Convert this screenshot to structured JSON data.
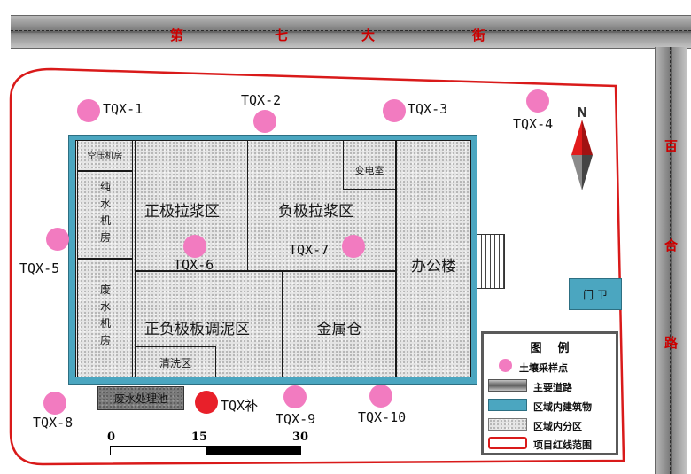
{
  "roads": {
    "top_chars": [
      "第",
      "七",
      "大",
      "街"
    ],
    "right_chars": [
      "百",
      "合",
      "路"
    ]
  },
  "north": "N",
  "zones": {
    "air_compressor": "空压机房",
    "pure_water": [
      "纯",
      "水",
      "机",
      "房"
    ],
    "waste_water": [
      "废",
      "水",
      "机",
      "房"
    ],
    "positive_paste": "正极拉浆区",
    "negative_paste": "负极拉浆区",
    "substation": "变电室",
    "office": "办公楼",
    "mud_zone": "正负极板调泥区",
    "metal_store": "金属仓",
    "cleaning": "清洗区",
    "wastewater_plant": "废水处理池",
    "guard": "门 卫"
  },
  "samples": [
    "TQX-1",
    "TQX-2",
    "TQX-3",
    "TQX-4",
    "TQX-5",
    "TQX-6",
    "TQX-7",
    "TQX-8",
    "TQX-9",
    "TQX-10",
    "TQX补"
  ],
  "scale": {
    "ticks": [
      "0",
      "15",
      "30"
    ]
  },
  "legend": {
    "title": "图    例",
    "items": [
      "土壤采样点",
      "主要道路",
      "区域内建筑物",
      "区域内分区",
      "项目红线范围"
    ]
  },
  "colors": {
    "sample_point": "#f27bc0",
    "supplement_point": "#e8202a",
    "building": "#4ba6c0",
    "boundary": "#d91a1a",
    "road_text": "#cc0000"
  }
}
